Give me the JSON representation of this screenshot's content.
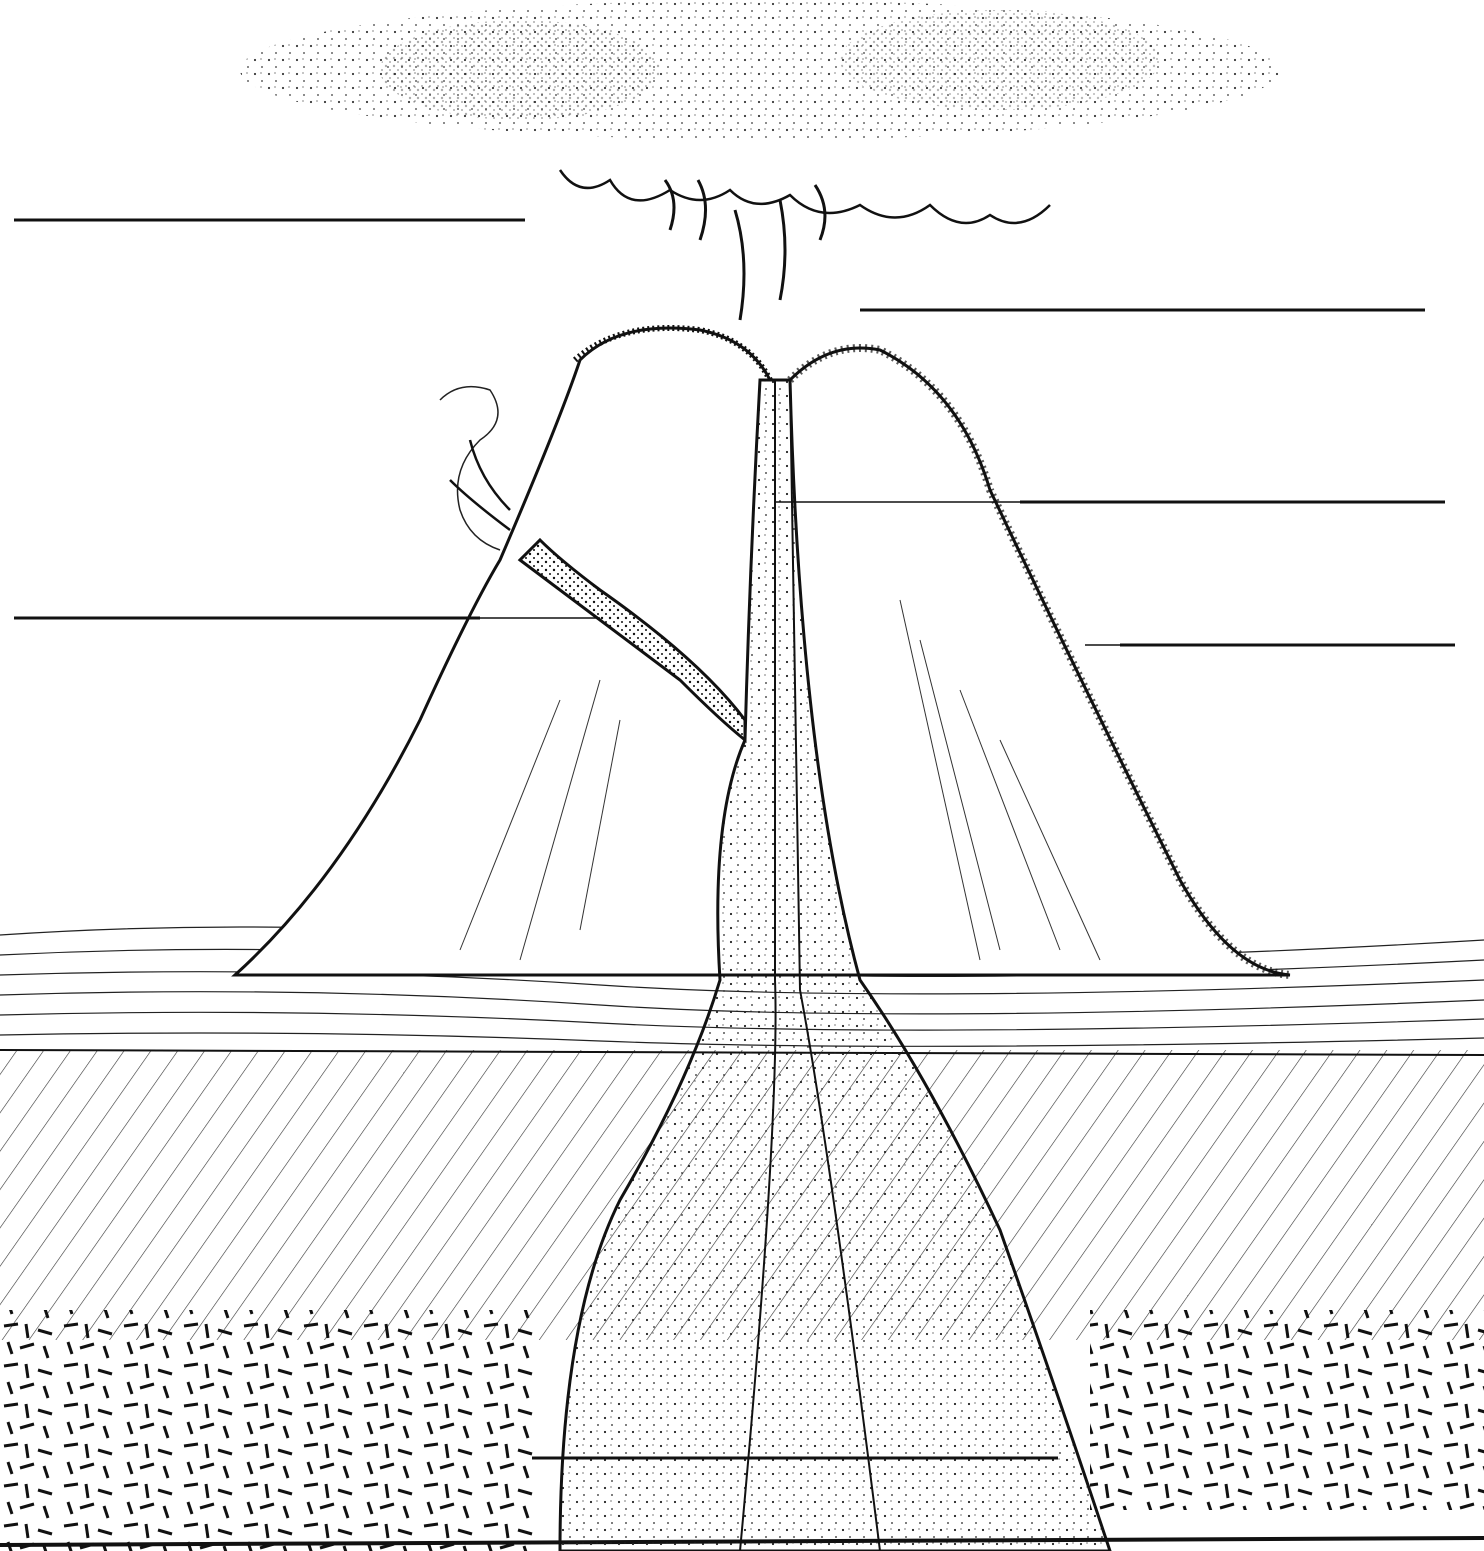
{
  "diagram": {
    "subject": "",
    "colors": {
      "ink": "#111111",
      "background": "#ffffff",
      "hatch": "#333333"
    },
    "label_blanks": [
      {
        "id": "blank-ash-cloud",
        "text": ""
      },
      {
        "id": "blank-crater",
        "text": ""
      },
      {
        "id": "blank-vent-pipe",
        "text": ""
      },
      {
        "id": "blank-side-vent",
        "text": ""
      },
      {
        "id": "blank-lava-layer",
        "text": ""
      },
      {
        "id": "blank-magma-chamber",
        "text": ""
      }
    ]
  }
}
